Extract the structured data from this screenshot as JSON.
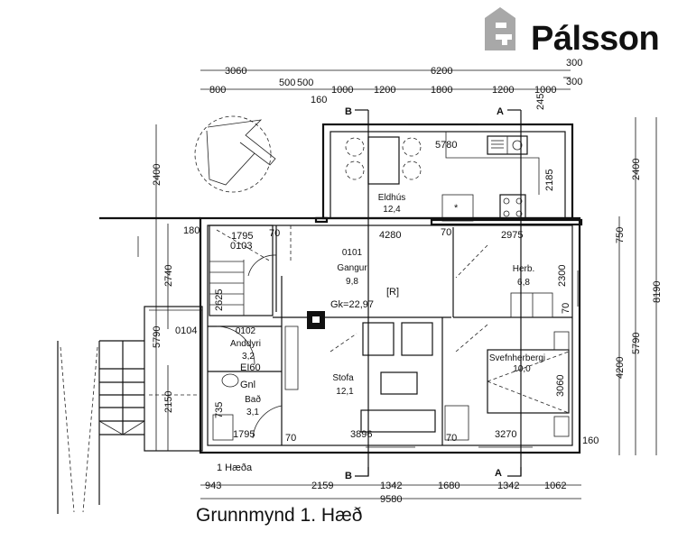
{
  "logo": {
    "brand": "Pálsson",
    "icon": "house-e-logo-icon",
    "icon_color": "#a8a8a8"
  },
  "title": "Grunnmynd 1. Hæð",
  "floor_label": "1 Hæða",
  "section_markers": {
    "a": "A",
    "b": "B"
  },
  "top_dimensions": {
    "row1": [
      "3060",
      "6200",
      "300"
    ],
    "row2": [
      "800",
      "500",
      "500",
      "1000",
      "1200",
      "1800",
      "1200",
      "1000",
      "300"
    ],
    "below_row2": "160",
    "small_right": "245"
  },
  "bottom_dimensions": {
    "row1": [
      "943",
      "2159",
      "1342",
      "1680",
      "1342",
      "1062"
    ],
    "total": "9580"
  },
  "left_dimensions": [
    "2400",
    "2740",
    "5790",
    "2150"
  ],
  "right_dimensions": [
    "2400",
    "750",
    "4200",
    "5790",
    "8190"
  ],
  "interior_dimensions": {
    "kitchen_width": "5780",
    "kitchen_depth": "2185",
    "hall_width": "4280",
    "herb_width": "2975",
    "herb_depth": "2300",
    "stair_width": "1795",
    "stair_depth": "2625",
    "bath_width": "1795",
    "bath_depth": "735",
    "living_width": "3896",
    "bedroom_width": "3270",
    "bedroom_depth": "3060",
    "wall_160": "160",
    "wall_180": "180",
    "door_70": "70",
    "entry_code": "0104"
  },
  "rooms": [
    {
      "name": "Eldhús",
      "area": "12,4"
    },
    {
      "code": "0101",
      "name": "Gangur",
      "area": "9,8"
    },
    {
      "name": "Herb.",
      "area": "6,8"
    },
    {
      "code": "0103",
      "name": ""
    },
    {
      "code": "0102",
      "name": "Anddyri",
      "area": "3,2"
    },
    {
      "name": "Stofa",
      "area": "12,1"
    },
    {
      "name": "Svefnherbergi",
      "area": "10,0"
    },
    {
      "name": "Bað",
      "area": "3,1"
    }
  ],
  "annotations": {
    "gk": "Gk=22,97",
    "r": "R",
    "gnl": "Gnl",
    "ei60": "EI60"
  }
}
